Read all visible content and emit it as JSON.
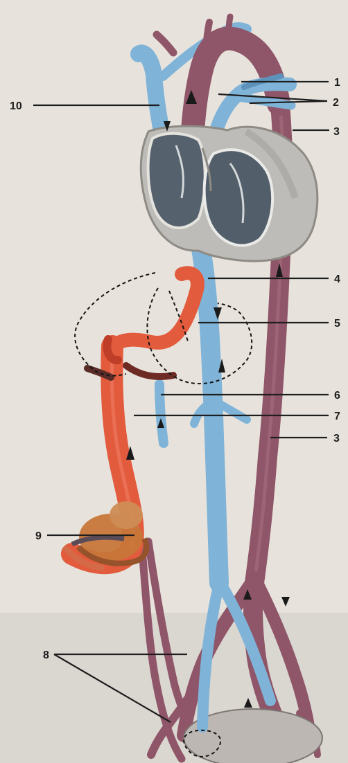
{
  "labels": {
    "l1": "1",
    "l2": "2",
    "l3_top": "3",
    "l3_bottom": "3",
    "l4": "4",
    "l5": "5",
    "l6": "6",
    "l7": "7",
    "l8": "8",
    "l9": "9",
    "l10": "10"
  },
  "colors": {
    "background": "#e7e3dc",
    "paper_bottom": "#d9d5cf",
    "artery": "#8f5568",
    "artery_dark": "#6f3f52",
    "vein": "#7fb3d7",
    "vein_dark": "#5d93bb",
    "umbilical_vein": "#e35b3d",
    "umbilical_vein_dark": "#bf3e28",
    "heart_wall": "#bdbcb8",
    "heart_inner": "#505d68",
    "placenta": "#c7773a"
  }
}
